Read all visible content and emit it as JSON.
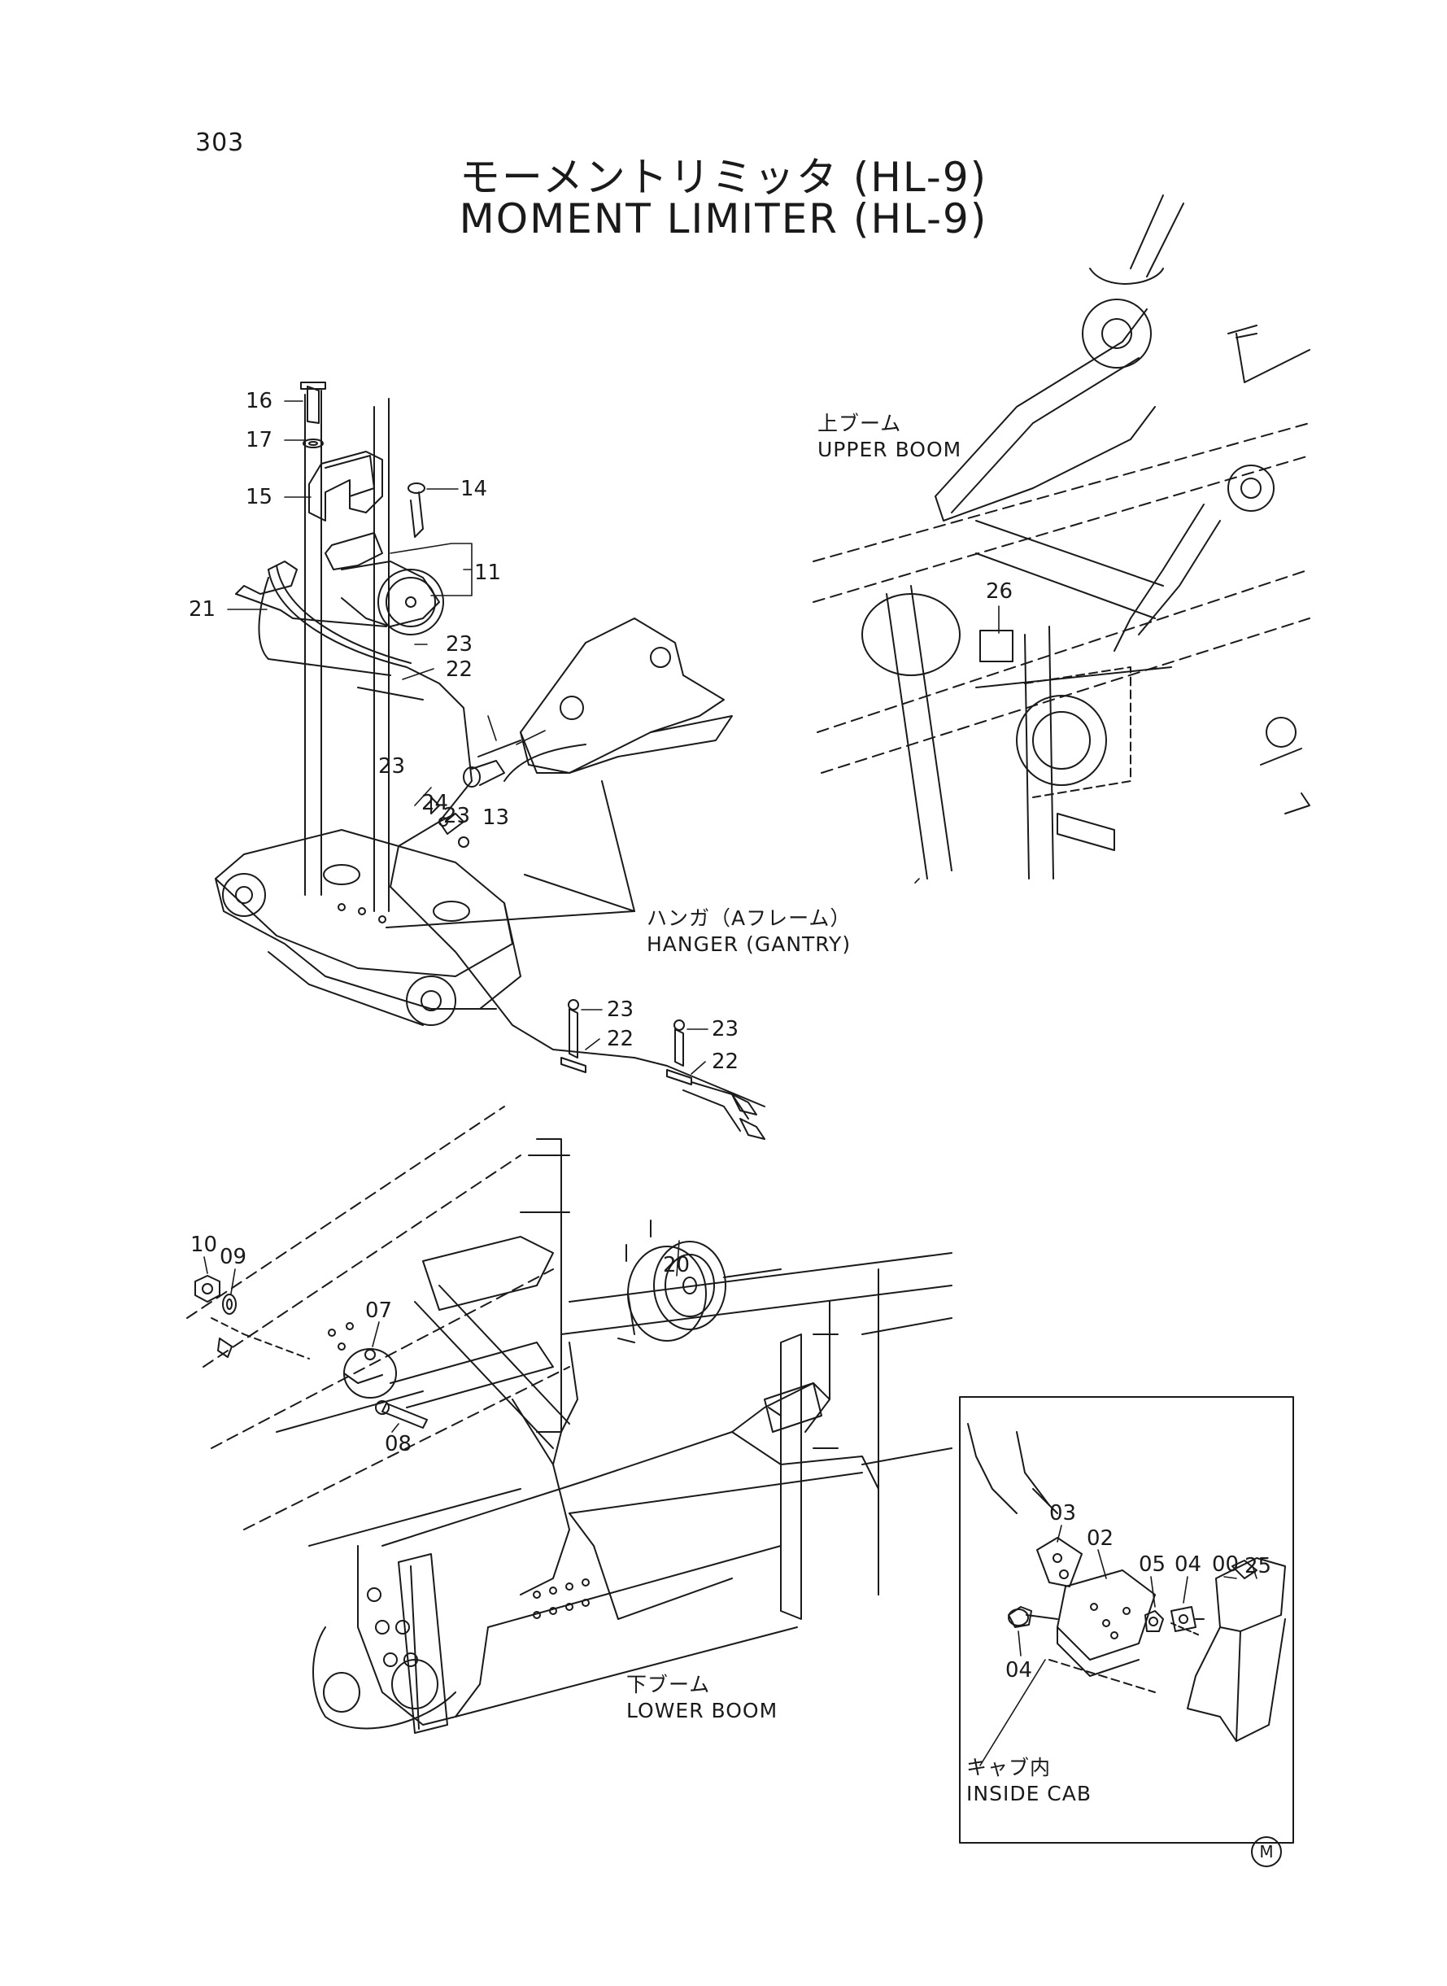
{
  "page_number": "303",
  "title_ja": "モーメントリミッタ (HL-9)",
  "title_en": "MOMENT LIMITER (HL-9)",
  "areas": {
    "upper_boom": {
      "ja": "上ブーム",
      "en": "UPPER BOOM"
    },
    "hanger": {
      "ja": "ハンガ（Aフレーム）",
      "en": "HANGER (GANTRY)"
    },
    "lower_boom": {
      "ja": "下ブーム",
      "en": "LOWER BOOM"
    },
    "inside_cab": {
      "ja": "キャブ内",
      "en": "INSIDE CAB"
    }
  },
  "callouts": {
    "c16": "16",
    "c17": "17",
    "c15": "15",
    "c14": "14",
    "c11": "11",
    "c21": "21",
    "c23a": "23",
    "c22a": "22",
    "c13": "13",
    "c23b": "23",
    "c24": "24",
    "c23c": "23",
    "c23d": "23",
    "c22b": "22",
    "c23e": "23",
    "c22c": "22",
    "c26": "26",
    "c10": "10",
    "c09": "09",
    "c07": "07",
    "c08": "08",
    "c20": "20",
    "c03": "03",
    "c02": "02",
    "c05": "05",
    "c04a": "04",
    "c00": "00",
    "c25": "25",
    "c04b": "04"
  },
  "mark": "M"
}
